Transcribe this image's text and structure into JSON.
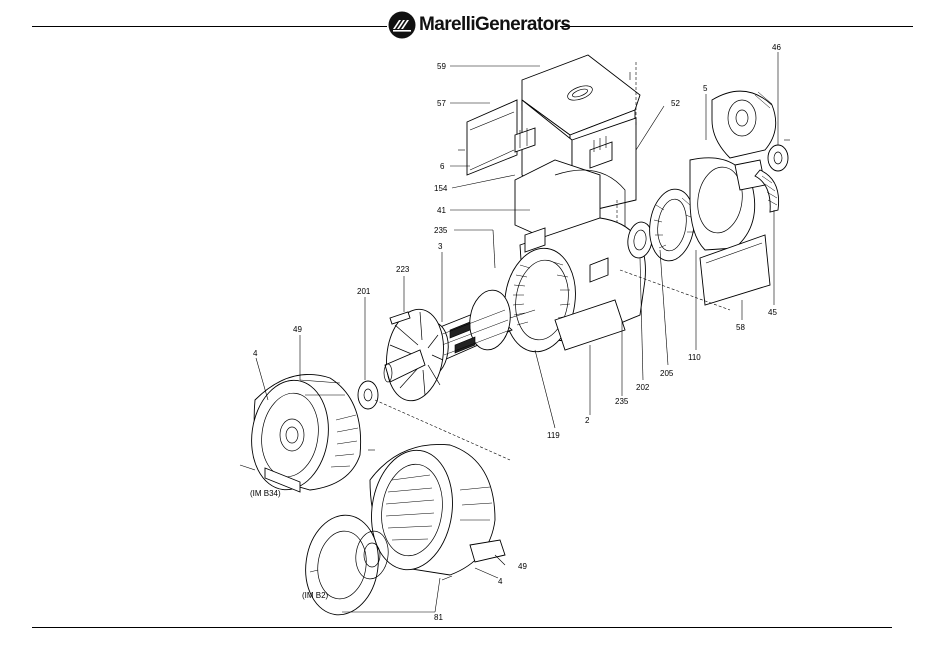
{
  "header": {
    "logo_text": "MarelliGenerators"
  },
  "callouts": {
    "c59": "59",
    "c57": "57",
    "c52": "52",
    "c5": "5",
    "c46": "46",
    "c6": "6",
    "c154": "154",
    "c41": "41",
    "c235a": "235",
    "c3": "3",
    "c223": "223",
    "c201": "201",
    "c49a": "49",
    "c4a": "4",
    "c202": "202",
    "c205": "205",
    "c110": "110",
    "c58": "58",
    "c45": "45",
    "c235b": "235",
    "c119": "119",
    "c2": "2",
    "c49b": "49",
    "c4b": "4",
    "c81": "81"
  },
  "mount_labels": {
    "im_b34": "(IM B34)",
    "im_b2": "(IM B2)"
  },
  "colors": {
    "ink": "#000000",
    "paper": "#ffffff"
  }
}
